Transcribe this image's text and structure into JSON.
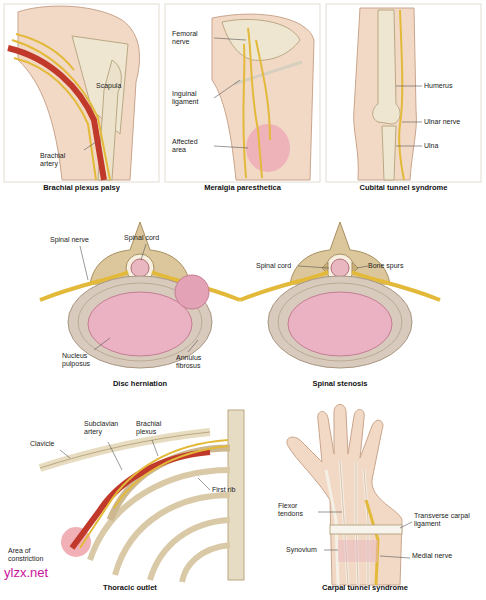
{
  "diagram": {
    "labels": [
      "Scapula",
      "Brachial artery",
      "Brachial plexus palsy",
      "Femoral nerve",
      "Inguinal ligament",
      "Affected area",
      "Meralgia paresthetica",
      "Humerus",
      "Ulnar nerve",
      "Ulna",
      "Cubital tunnel syndrome",
      "Spinal nerve",
      "Spinal cord",
      "Nucleus pulposus",
      "Annulus fibrosus",
      "Disc herniation",
      "Spinal cord",
      "Bone spurs",
      "Spinal stenosis",
      "Subclavian artery",
      "Brachial plexus",
      "Clavicle",
      "First rib",
      "Area of constriction",
      "Thoracic outlet",
      "Flexor tendons",
      "Transverse carpal ligament",
      "Synovium",
      "Medial nerve",
      "Carpal tunnel syndrome",
      "ylzx.net"
    ]
  }
}
